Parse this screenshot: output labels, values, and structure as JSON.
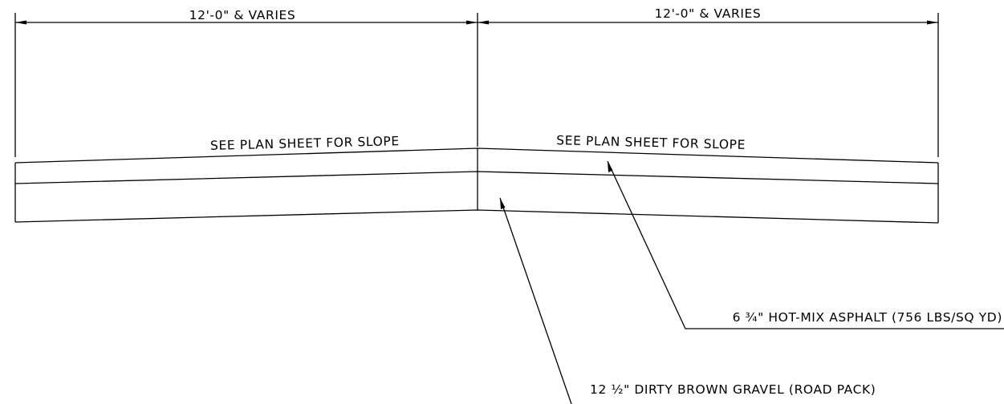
{
  "dimensions": {
    "left_width": "12'-0\" & VARIES",
    "right_width": "12'-0\" & VARIES"
  },
  "slope_notes": {
    "left": "SEE PLAN SHEET FOR SLOPE",
    "right": "SEE PLAN SHEET FOR SLOPE"
  },
  "callouts": {
    "asphalt": "6 ¾\" HOT-MIX ASPHALT (756 LBS/SQ YD)",
    "gravel": "12 ½\" DIRTY BROWN GRAVEL (ROAD PACK)"
  }
}
